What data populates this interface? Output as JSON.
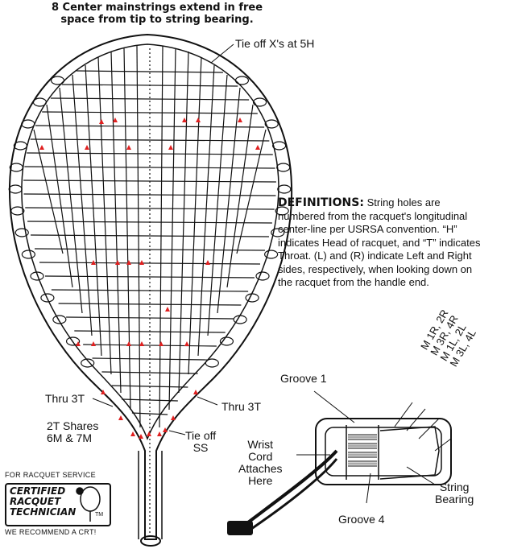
{
  "notes": {
    "center_mains": "8 Center mainstrings extend in free space from tip to string bearing.",
    "tie_off_x": "Tie off X's at 5H",
    "thru_3t_left": "Thru 3T",
    "thru_3t_right": "Thru 3T",
    "shares_line1": "2T Shares",
    "shares_line2": "6M & 7M",
    "tie_off_ss_line1": "Tie off",
    "tie_off_ss_line2": "SS"
  },
  "definitions": {
    "heading": "DEFINITIONS:",
    "body": "String holes are numbered from the racquet's longitudinal center-line per USRSA convention. “H” indicates Head of racquet, and “T” indicates Throat. (L) and (R) indicate Left and Right sides, respectively, when looking down on the racquet from the handle end."
  },
  "handle_detail": {
    "groove1": "Groove 1",
    "groove4": "Groove 4",
    "wrist_line1": "Wrist",
    "wrist_line2": "Cord",
    "wrist_line3": "Attaches",
    "wrist_line4": "Here",
    "bearing_line1": "String",
    "bearing_line2": "Bearing",
    "mains": [
      "M 1R, 2R",
      "M 3R, 4R",
      "M 1L, 2L",
      "M 3L, 4L"
    ]
  },
  "crt": {
    "top": "FOR RACQUET SERVICE",
    "line1": "CERTIFIED",
    "line2": "RACQUET",
    "line3": "TECHNICIAN",
    "tm": "TM",
    "bottom": "WE RECOMMEND A CRT!"
  },
  "colors": {
    "ink": "#111111",
    "marker": "#e02020"
  }
}
